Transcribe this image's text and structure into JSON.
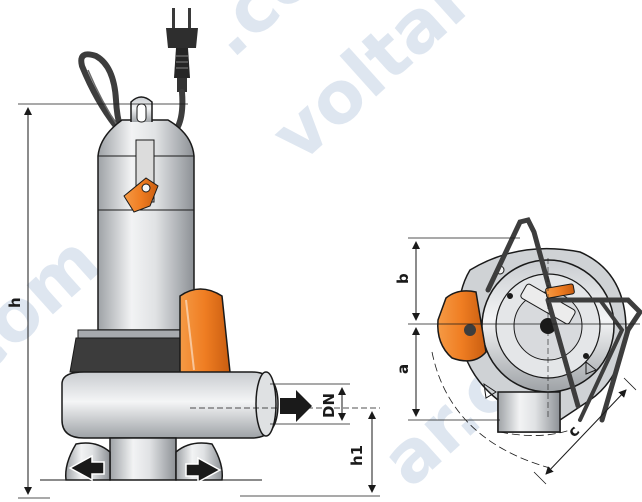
{
  "watermark": {
    "brand": "voltar",
    "suffix": "com.ua",
    "partial_top": ".co",
    "partial_bottom": "ar.c"
  },
  "dimensions": {
    "h": "h",
    "h1": "h1",
    "dn": "DN",
    "a": "a",
    "b": "b",
    "c": "c"
  },
  "colors": {
    "float": "#ef7d22",
    "cable": "#3d3d3d",
    "body": "#d4d6d8",
    "lines": "#1a1a1a"
  }
}
